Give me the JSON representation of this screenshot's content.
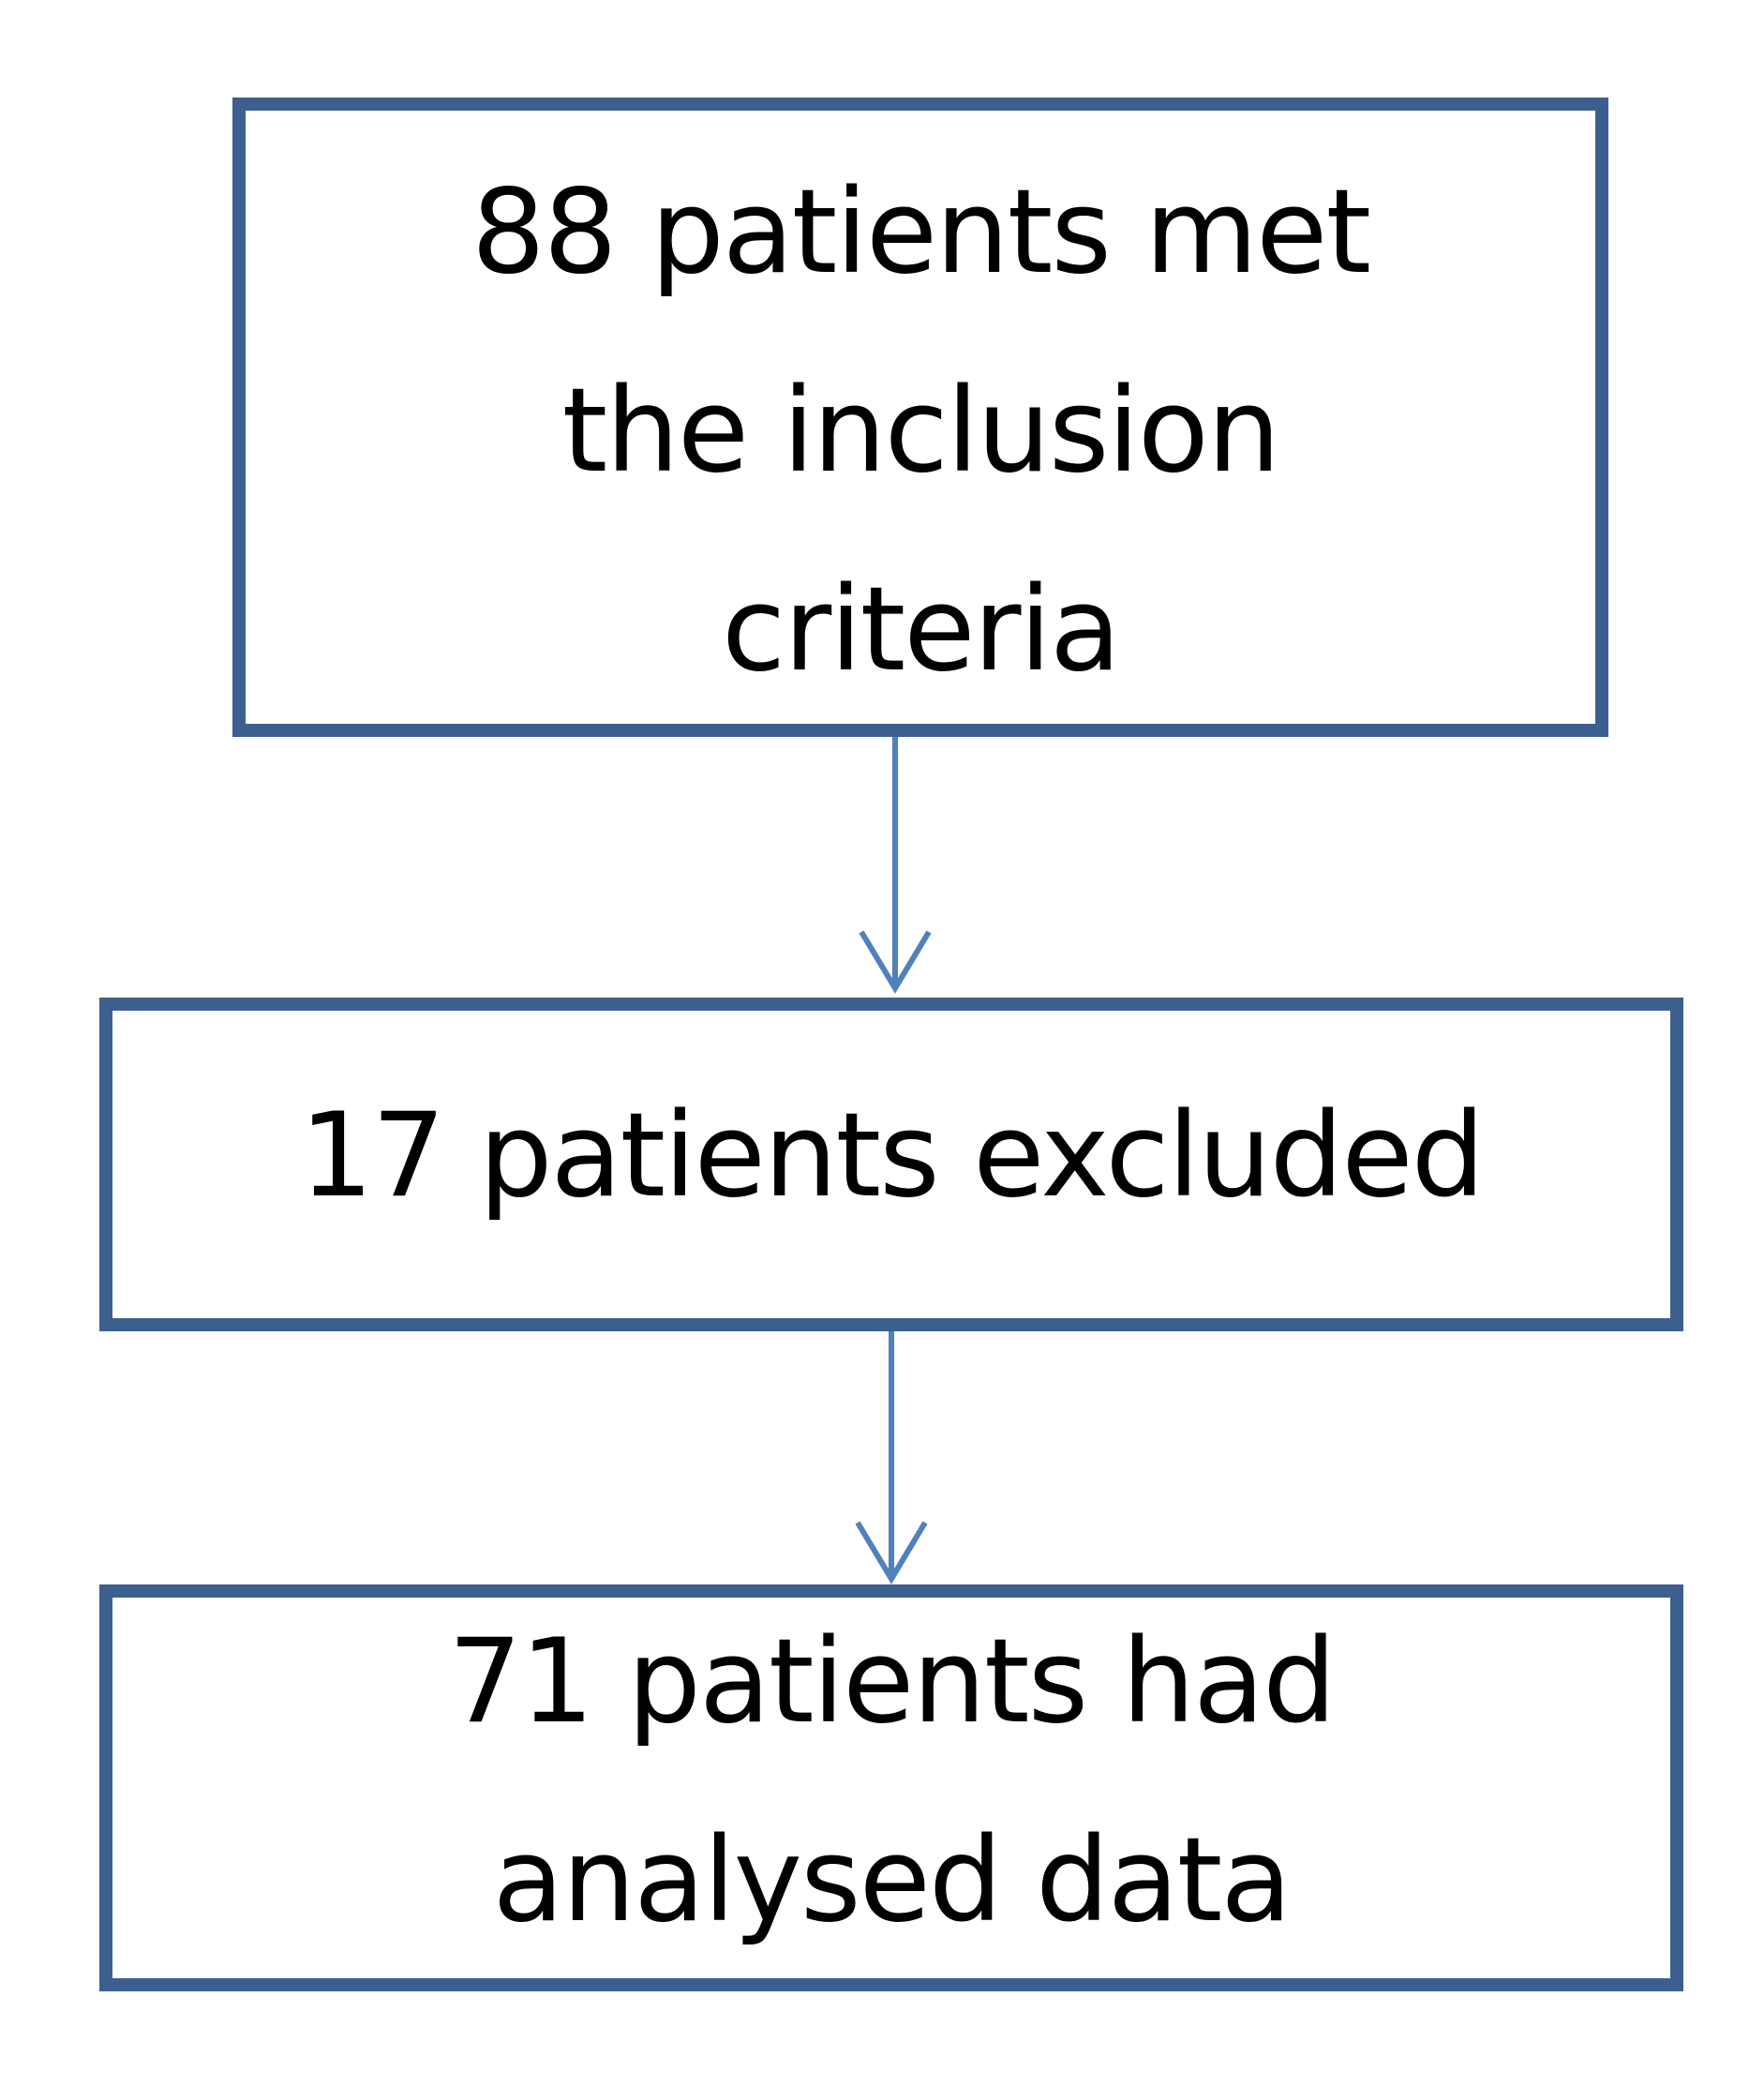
{
  "diagram": {
    "nodes": [
      {
        "id": "inclusion",
        "lines": [
          "88 patients met",
          "the inclusion",
          "criteria"
        ]
      },
      {
        "id": "excluded",
        "lines": [
          "17 patients excluded"
        ]
      },
      {
        "id": "analysed",
        "lines": [
          "71 patients had",
          "analysed data"
        ]
      }
    ],
    "edges": [
      {
        "from": "inclusion",
        "to": "excluded"
      },
      {
        "from": "excluded",
        "to": "analysed"
      }
    ],
    "colors": {
      "box_border": "#3d5f8f",
      "arrow": "#4f81bd",
      "text": "#000000",
      "background": "#ffffff"
    }
  }
}
